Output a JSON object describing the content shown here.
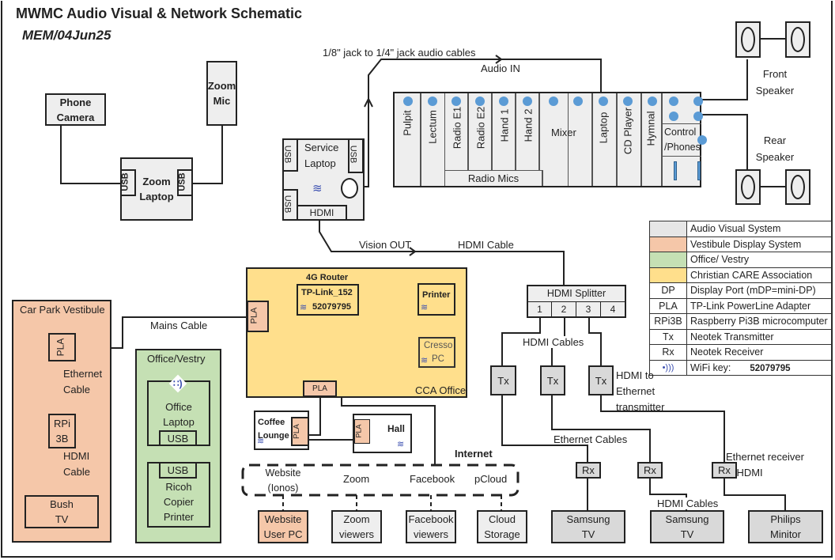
{
  "title": "MWMC Audio Visual & Network Schematic",
  "subtitle": "MEM/04Jun25",
  "zoom_setup": {
    "phone_camera": "Phone Camera",
    "zoom_mic": "Zoom Mic",
    "zoom_laptop": "Zoom Laptop",
    "usb": "USB"
  },
  "service_laptop": {
    "label_line1": "Service",
    "label_line2": "Laptop",
    "usb": "USB",
    "hdmi": "HDMI",
    "wifi_icon": "wifi-icon",
    "audio_jack_icon": "audio-jack-icon"
  },
  "audio_cables_label": "1/8\" jack to 1/4\" jack audio cables",
  "audio_in_label": "Audio IN",
  "vision_out_label": "Vision OUT",
  "hdmi_cable_label": "HDMI Cable",
  "mixer_rack": {
    "channels": [
      "Pulpit",
      "Lectum",
      "Radio E1",
      "Radio E2",
      "Hand 1",
      "Hand 2"
    ],
    "radio_mics": "Radio Mics",
    "mixer": "Mixer",
    "laptop": "Laptop",
    "cd_player": "CD Player",
    "hymnal": "Hymnal",
    "control": "Control /Phones"
  },
  "speakers": {
    "front": "Front Speaker",
    "rear": "Rear Speaker"
  },
  "legend": [
    {
      "key": "",
      "color": "#e6e6e6",
      "label": "Audio Visual System"
    },
    {
      "key": "",
      "color": "#f5c7a9",
      "label": "Vestibule Display System"
    },
    {
      "key": "",
      "color": "#c5e0b4",
      "label": "Office/ Vestry"
    },
    {
      "key": "",
      "color": "#ffdf8c",
      "label": "Christian CARE Association"
    },
    {
      "key": "DP",
      "label": "Display Port (mDP=mini-DP)"
    },
    {
      "key": "PLA",
      "label": "TP-Link PowerLine Adapter"
    },
    {
      "key": "RPi3B",
      "label": "Raspberry Pi3B microcomputer"
    },
    {
      "key": "Tx",
      "label": "Neotek Transmitter"
    },
    {
      "key": "Rx",
      "label": "Neotek Receiver"
    },
    {
      "key": "wifi-icon",
      "label": "WiFi key:",
      "value": "52079795"
    }
  ],
  "car_park": {
    "title": "Car Park Vestibule",
    "pla": "PLA",
    "ethernet_cable": "Ethernet Cable",
    "rpi": "RPi 3B",
    "hdmi_cable": "HDMI Cable",
    "tv": "Bush TV"
  },
  "mains_cable_label": "Mains Cable",
  "office": {
    "title": "Office/Vestry",
    "laptop": "Office Laptop",
    "usb": "USB",
    "printer": "Ricoh Copier Printer"
  },
  "cca": {
    "title": "CCA Office",
    "router_title": "4G Router",
    "router_ssid": "TP-Link_152",
    "router_key": "52079795",
    "printer": "Printer",
    "cresso": "Cresso",
    "pc": "PC",
    "pla": "PLA"
  },
  "coffee_lounge": "Coffee Lounge",
  "hall": "Hall",
  "internet": {
    "label": "Internet",
    "services": [
      "Website (Ionos)",
      "Zoom",
      "Facebook",
      "pCloud"
    ],
    "clients": [
      "Website User PC",
      "Zoom viewers",
      "Facebook viewers",
      "Cloud Storage"
    ]
  },
  "hdmi_splitter": {
    "label": "HDMI Splitter",
    "ports": [
      "1",
      "2",
      "3",
      "4"
    ]
  },
  "hdmi_cables_label": "HDMI Cables",
  "tx": "Tx",
  "rx": "Rx",
  "hdmi_to_ethernet": "HDMI to Ethernet transmitter",
  "ethernet_cables_label": "Ethernet Cables",
  "ethernet_receiver_label": "Ethernet receiver to HDMI",
  "hdmi_cables_label2": "HDMI Cables",
  "displays": [
    "Samsung TV",
    "Samsung TV",
    "Philips Minitor"
  ]
}
